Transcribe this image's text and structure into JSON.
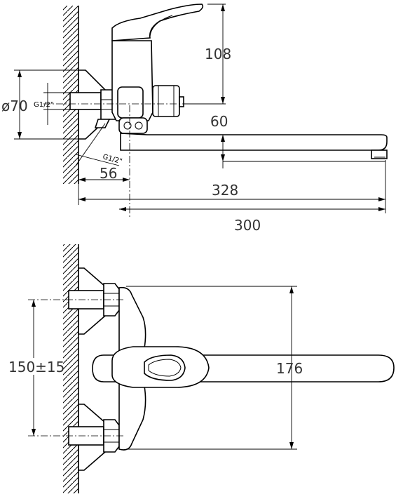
{
  "side_view": {
    "dim_height": "108",
    "dim_spout_height": "60",
    "dim_flange_diameter": "ø70",
    "dim_thread_top": "G1/2\"",
    "dim_thread_bottom": "G1/2\"",
    "dim_offset": "56",
    "dim_total_length": "328",
    "dim_spout_length": "300"
  },
  "top_view": {
    "dim_center_distance": "150±15",
    "dim_spout_reach": "176"
  },
  "colors": {
    "line": "#000000",
    "text": "#333333",
    "background": "#ffffff"
  }
}
